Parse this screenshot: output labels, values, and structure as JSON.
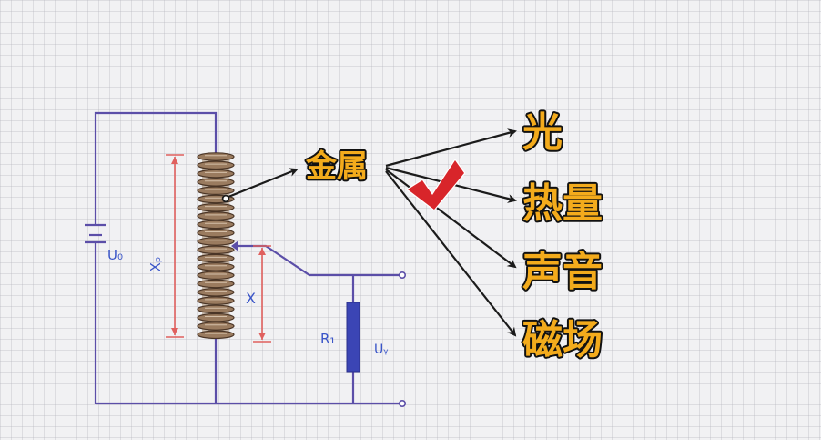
{
  "circuit": {
    "source_label": "U₀",
    "total_length_label": "Xₚ",
    "position_label": "X",
    "resistor_label": "R₁",
    "output_label": "Uᵧ"
  },
  "center_label": "金属",
  "options": [
    {
      "label": "光",
      "selected": false
    },
    {
      "label": "热量",
      "selected": true
    },
    {
      "label": "声音",
      "selected": false
    },
    {
      "label": "磁场",
      "selected": false
    }
  ],
  "colors": {
    "wire": "#5b4ea8",
    "dimension": "#e0605e",
    "coil": "#8a6a4e",
    "resistor": "#3b45b5",
    "label_fill": "#f3ab1c",
    "checkmark": "#d8252a"
  },
  "icons": {
    "selected_marker": "checkmark-icon"
  }
}
